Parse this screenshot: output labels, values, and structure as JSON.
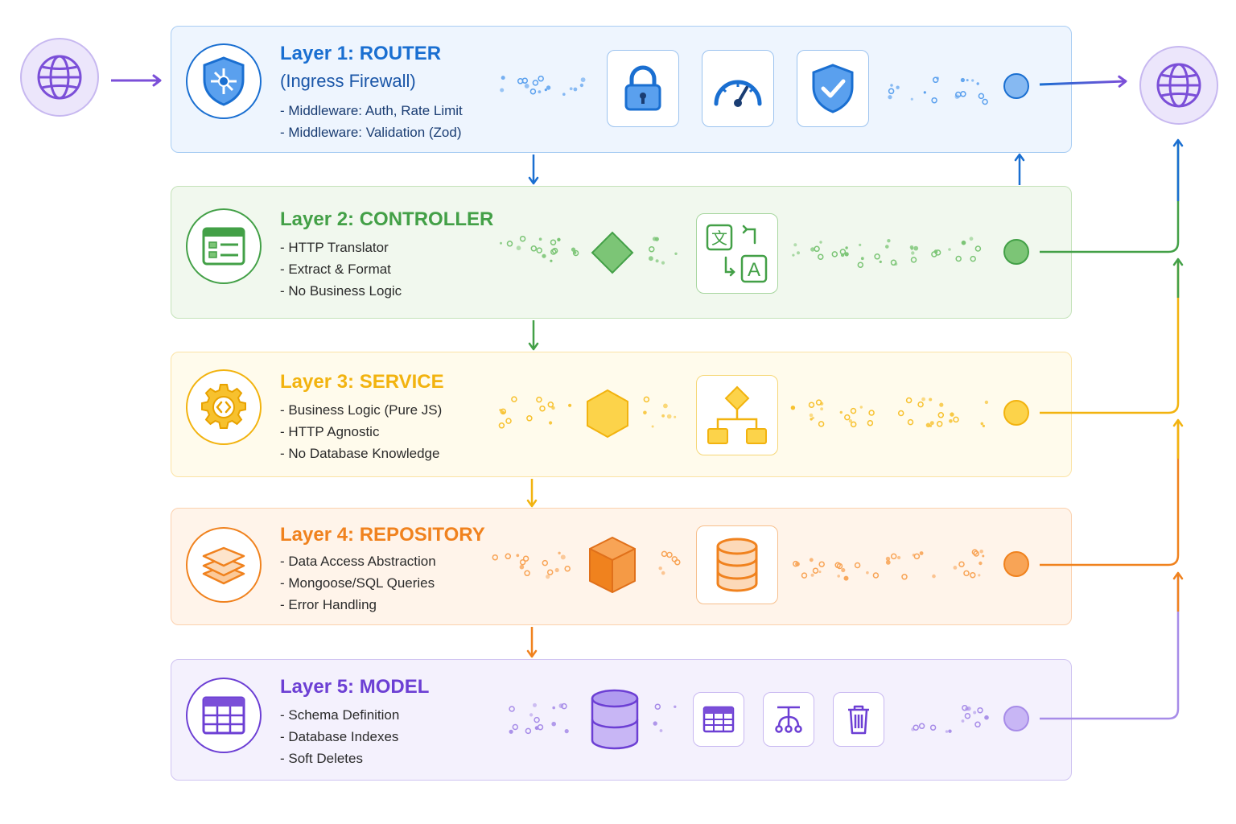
{
  "layers": [
    {
      "title": "Layer 1: ROUTER",
      "subtitle": "(Ingress Firewall)",
      "bullets": [
        "- Middleware: Auth, Rate Limit",
        "- Middleware: Validation (Zod)"
      ],
      "color": "#1a6fd1",
      "icons": [
        "router-shield-icon",
        "lock-icon",
        "speedometer-icon",
        "shield-check-icon"
      ]
    },
    {
      "title": "Layer 2: CONTROLLER",
      "bullets": [
        "- HTTP Translator",
        "- Extract & Format",
        "- No Business Logic"
      ],
      "color": "#43a047",
      "icons": [
        "form-window-icon",
        "diamond-icon",
        "translate-icon"
      ],
      "translate_glyphs": [
        "文",
        "A"
      ]
    },
    {
      "title": "Layer 3: SERVICE",
      "bullets": [
        "- Business Logic (Pure JS)",
        "- HTTP Agnostic",
        "- No Database Knowledge"
      ],
      "color": "#f2b30f",
      "icons": [
        "gear-code-icon",
        "hexagon-icon",
        "flowchart-icon"
      ]
    },
    {
      "title": "Layer 4: REPOSITORY",
      "bullets": [
        "- Data Access Abstraction",
        "- Mongoose/SQL Queries",
        "- Error Handling"
      ],
      "color": "#f0821e",
      "icons": [
        "stacked-layers-icon",
        "cube-icon",
        "database-icon"
      ]
    },
    {
      "title": "Layer 5: MODEL",
      "bullets": [
        "- Schema Definition",
        "- Database Indexes",
        "- Soft Deletes"
      ],
      "color": "#6c3fd4",
      "icons": [
        "table-icon",
        "database-cylinder-icon",
        "table-grid-icon",
        "schema-tree-icon",
        "trash-icon"
      ]
    }
  ],
  "endpoints": [
    "client-globe-icon",
    "response-globe-icon"
  ],
  "colors": {
    "router": "#1a6fd1",
    "controller": "#43a047",
    "service": "#f2b30f",
    "repository": "#f0821e",
    "model": "#6c3fd4",
    "globe": "#7b4fd8"
  }
}
